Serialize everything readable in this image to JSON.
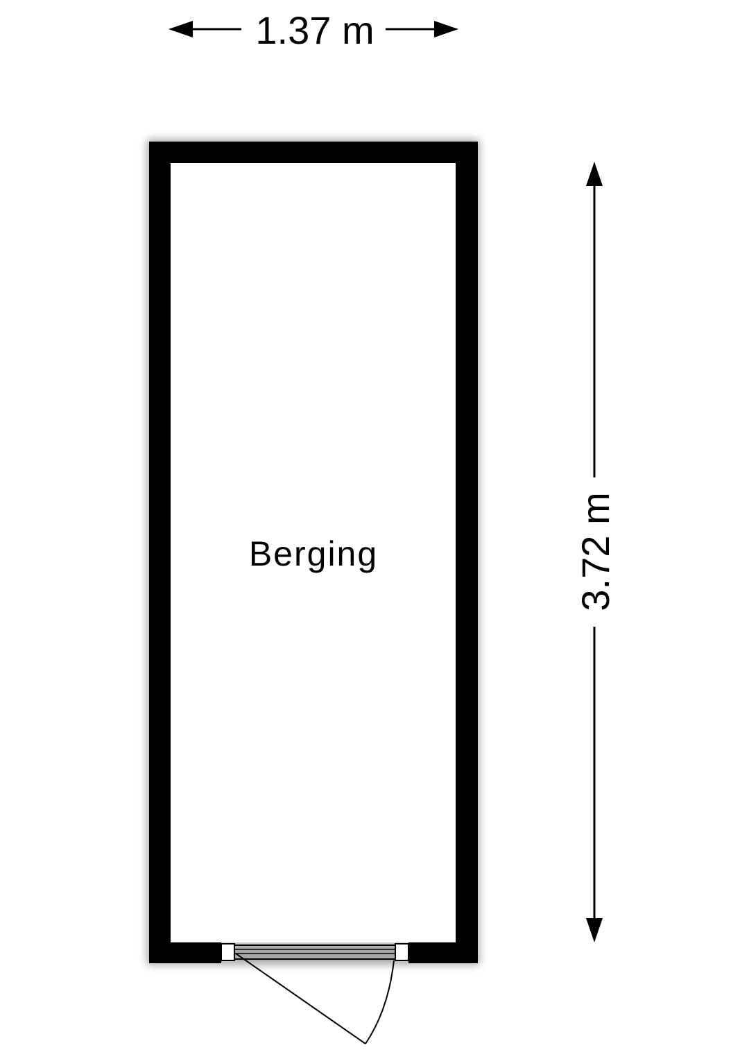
{
  "plan": {
    "room_label": "Berging",
    "width_label": "1.37 m",
    "depth_label": "3.72 m"
  },
  "colors": {
    "wall": "#000000",
    "background": "#ffffff",
    "line": "#000000"
  },
  "icons": {
    "door": "door-swing-icon",
    "arrow": "arrowhead-icon"
  }
}
